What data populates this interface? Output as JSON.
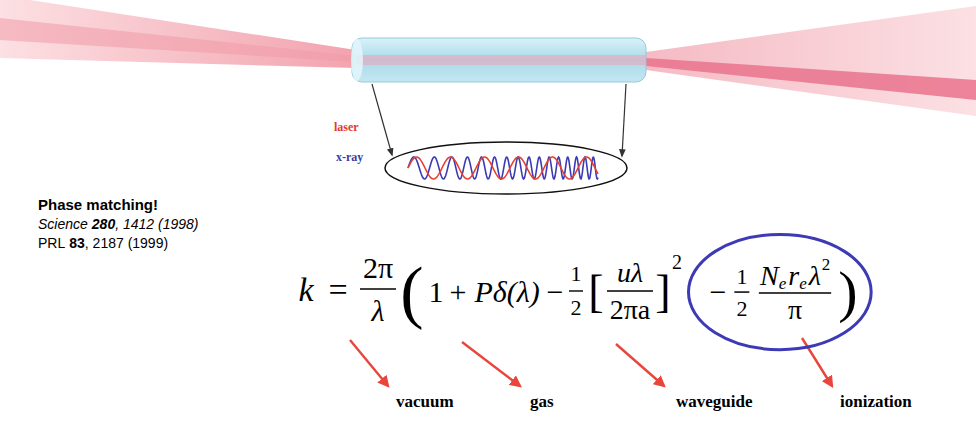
{
  "diagram": {
    "nodes": [
      {
        "text": [
          "−",
          "1",
          "2",
          "N",
          "e",
          "r",
          "e",
          "λ",
          "2",
          "π",
          ")"
        ]
      }
    ],
    "labels": [
      "Phase matching!",
      "Science",
      "280",
      ", 1412 (1998)",
      "PRL",
      "83",
      ", 2187 (1999)",
      "laser",
      "x-ray",
      "k",
      "=",
      "2π",
      "λ",
      "(",
      "1",
      "+",
      "Pδ(λ)",
      "−",
      "1",
      "2",
      "[",
      "uλ",
      "2πa",
      "]",
      "2",
      "vacuum",
      "gas",
      "waveguide",
      "ionization"
    ]
  }
}
